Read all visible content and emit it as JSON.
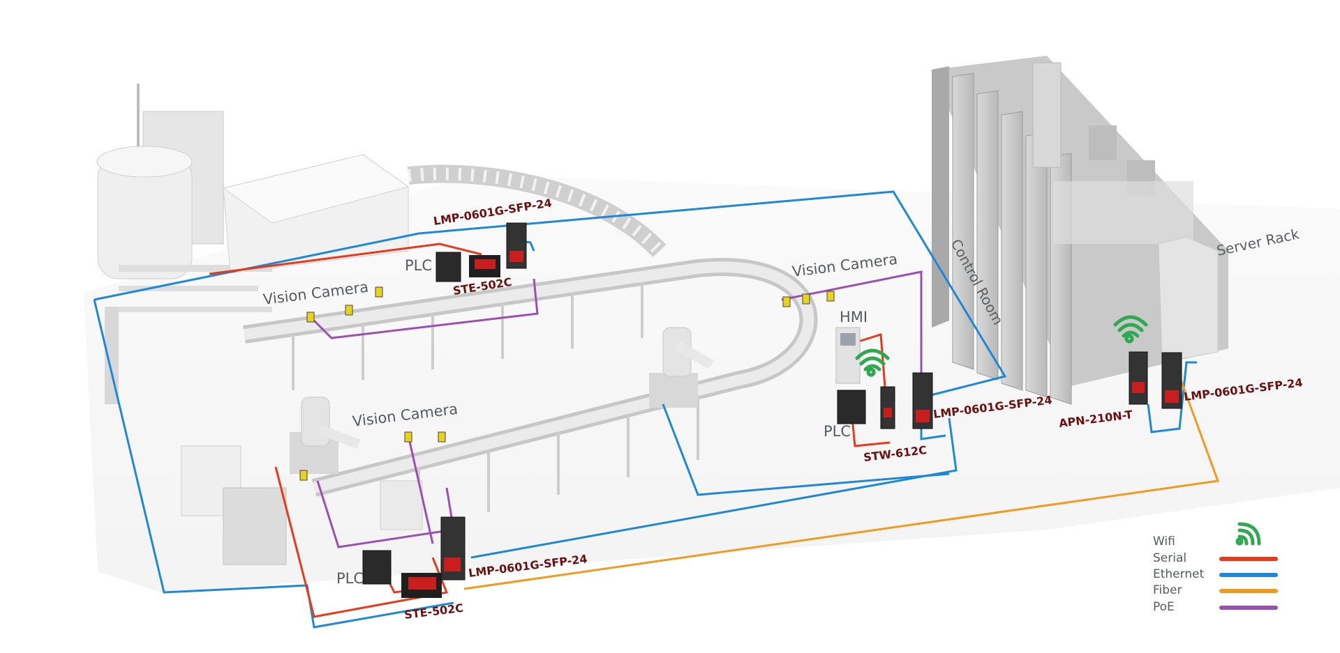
{
  "labels": {
    "vision_camera_top_left": "Vision Camera",
    "vision_camera_top_right": "Vision Camera",
    "vision_camera_bottom": "Vision Camera",
    "plc_top": "PLC",
    "plc_right": "PLC",
    "plc_bottom": "PLC",
    "hmi": "HMI",
    "switch_top": "LMP-0601G-SFP-24",
    "switch_right": "LMP-0601G-SFP-24",
    "switch_bottom": "LMP-0601G-SFP-24",
    "switch_server": "LMP-0601G-SFP-24",
    "serial_server_top": "STE-502C",
    "serial_server_bottom": "STE-502C",
    "wifi_serial_server": "STW-612C",
    "access_point": "APN-210N-T",
    "control_room": "Control Room",
    "server_rack": "Server Rack"
  },
  "legend": {
    "items": [
      {
        "label": "Wifi",
        "color": "#2fa84f",
        "icon": "wifi-icon"
      },
      {
        "label": "Serial",
        "color": "#e8391a"
      },
      {
        "label": "Ethernet",
        "color": "#1e88d8"
      },
      {
        "label": "Fiber",
        "color": "#f39a1e"
      },
      {
        "label": "PoE",
        "color": "#9b4fb0"
      }
    ]
  }
}
